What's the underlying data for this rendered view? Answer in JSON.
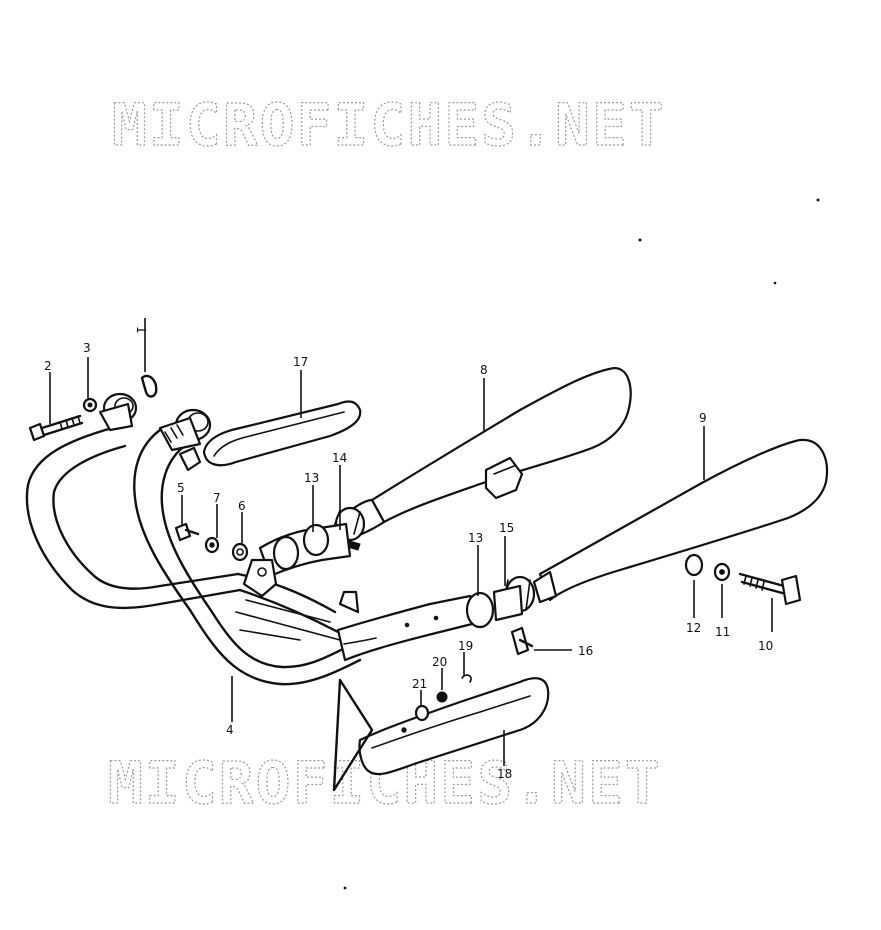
{
  "watermarks": [
    "MICROFICHES.NET",
    "MICROFICHES.NET"
  ],
  "callouts": [
    {
      "id": "c1",
      "label": "1"
    },
    {
      "id": "c2",
      "label": "2"
    },
    {
      "id": "c3",
      "label": "3"
    },
    {
      "id": "c4",
      "label": "4"
    },
    {
      "id": "c5",
      "label": "5"
    },
    {
      "id": "c6",
      "label": "6"
    },
    {
      "id": "c7",
      "label": "7"
    },
    {
      "id": "c8",
      "label": "8"
    },
    {
      "id": "c9",
      "label": "9"
    },
    {
      "id": "c10",
      "label": "10"
    },
    {
      "id": "c11",
      "label": "11"
    },
    {
      "id": "c12",
      "label": "12"
    },
    {
      "id": "c13a",
      "label": "13"
    },
    {
      "id": "c13b",
      "label": "13"
    },
    {
      "id": "c14",
      "label": "14"
    },
    {
      "id": "c15",
      "label": "15"
    },
    {
      "id": "c16",
      "label": "16"
    },
    {
      "id": "c17",
      "label": "17"
    },
    {
      "id": "c18",
      "label": "18"
    },
    {
      "id": "c19",
      "label": "19"
    },
    {
      "id": "c20",
      "label": "20"
    },
    {
      "id": "c21",
      "label": "21"
    }
  ]
}
